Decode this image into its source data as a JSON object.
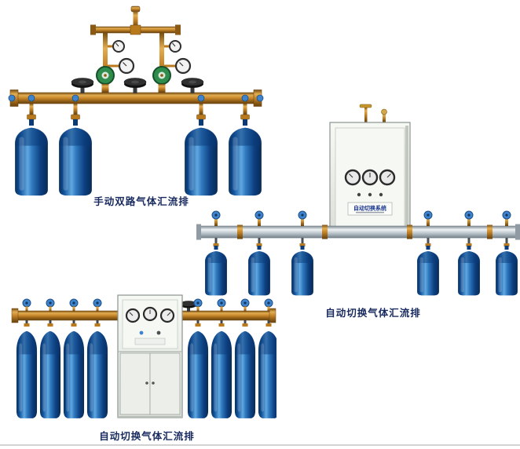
{
  "page": {
    "background": "#ffffff"
  },
  "figures": [
    {
      "id": "manual-dual-manifold",
      "caption": "手动双路气体汇流排",
      "cylinder_count": 4
    },
    {
      "id": "auto-switch-manifold-a",
      "caption": "自动切换气体汇流排",
      "cabinet_label": "自动切换系统",
      "cylinder_count": 6
    },
    {
      "id": "auto-switch-manifold-b",
      "caption": "自动切换气体汇流排",
      "cylinder_count": 8
    }
  ],
  "colors": {
    "brass": "#c8862a",
    "cylinder_blue": "#1565c0",
    "silver_rail": "#c3ccd2",
    "regulator_green": "#2e8c4c",
    "valve_blue": "#3f83cc",
    "caption_text": "#182a5e",
    "cabinet_body": "#eef0ec"
  },
  "icons": {
    "gas-cylinder": "blue bottle silhouette",
    "pressure-gauge": "round dial with needle",
    "handwheel-valve": "black disc wheel",
    "valve-handle": "small blue knob",
    "control-cabinet": "grey panel box",
    "manifold-pipe": "brass horizontal pipe",
    "manifold-rail": "silver horizontal rail"
  }
}
